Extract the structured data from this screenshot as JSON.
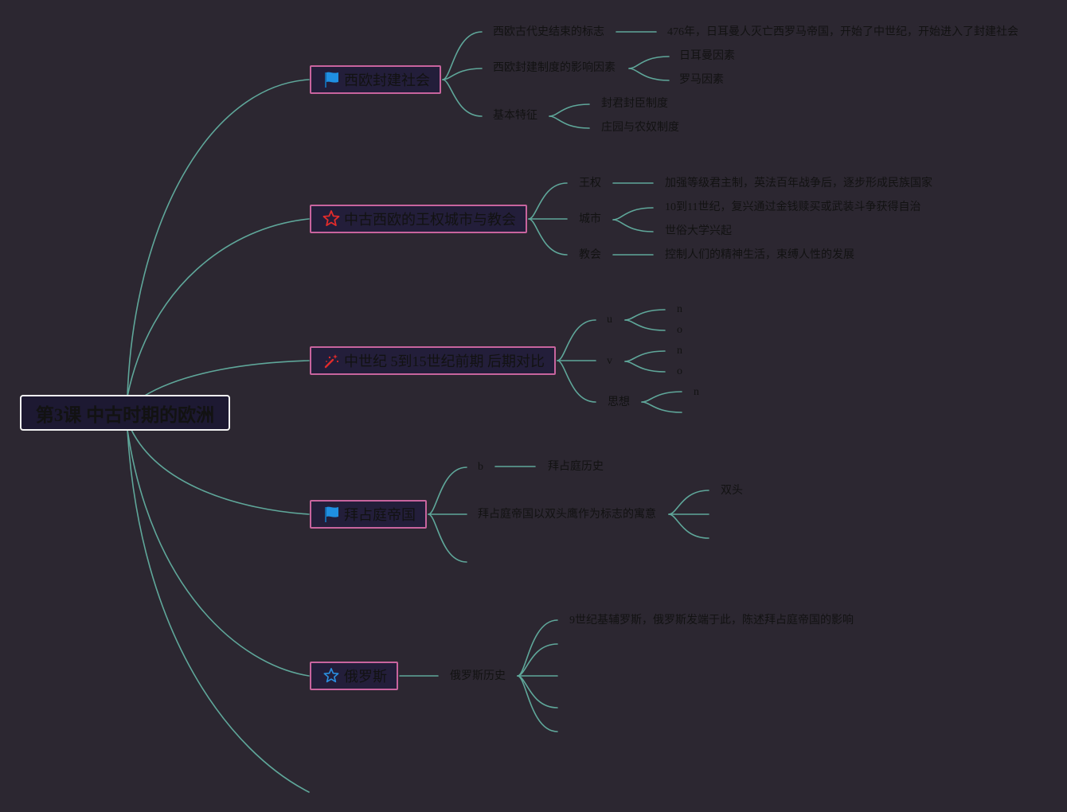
{
  "colors": {
    "background": "#2c2731",
    "connector": "#5fa79a",
    "branch_border": "#c8649e",
    "branch_fill": "#231e3a",
    "root_border": "#f4f4f4",
    "root_fill": "#1d1932",
    "text": "#121212",
    "flag_icon": "#1f8fe2",
    "red_icon": "#e12b2b",
    "blue_star_icon": "#2a8fe0"
  },
  "root": {
    "label": "第3课 中古时期的欧洲"
  },
  "branches": [
    {
      "label": "西欧封建社会",
      "icon": "flag-icon",
      "children": [
        {
          "label": "西欧古代史结束的标志",
          "children": [
            "476年，日耳曼人灭亡西罗马帝国，开始了中世纪，开始进入了封建社会"
          ]
        },
        {
          "label": "西欧封建制度的影响因素",
          "children": [
            "日耳曼因素",
            "罗马因素"
          ]
        },
        {
          "label": "基本特征",
          "children": [
            "封君封臣制度",
            "庄园与农奴制度"
          ]
        }
      ]
    },
    {
      "label": "中古西欧的王权城市与教会",
      "icon": "star-icon",
      "children": [
        {
          "label": "王权",
          "children": [
            "加强等级君主制，英法百年战争后，逐步形成民族国家"
          ]
        },
        {
          "label": "城市",
          "children": [
            "10到11世纪，复兴通过金钱赎买或武装斗争获得自治",
            "世俗大学兴起"
          ]
        },
        {
          "label": "教会",
          "children": [
            "控制人们的精神生活，束缚人性的发展"
          ]
        }
      ]
    },
    {
      "label": "中世纪 5到15世纪前期 后期对比",
      "icon": "magic-wand-icon",
      "children": [
        {
          "label": "u",
          "children": [
            "n",
            "o"
          ]
        },
        {
          "label": "v",
          "children": [
            "n",
            "o"
          ]
        },
        {
          "label": "思想",
          "children": [
            "n"
          ]
        }
      ]
    },
    {
      "label": "拜占庭帝国",
      "icon": "flag-icon",
      "children": [
        {
          "label": "b",
          "children": [
            "拜占庭历史"
          ]
        },
        {
          "label": "拜占庭帝国以双头鹰作为标志的寓意",
          "children": [
            "双头"
          ]
        }
      ]
    },
    {
      "label": "俄罗斯",
      "icon": "star-icon",
      "children": [
        {
          "label": "俄罗斯历史",
          "children": [
            "9世纪基辅罗斯，俄罗斯发端于此，陈述拜占庭帝国的影响"
          ]
        }
      ]
    }
  ]
}
